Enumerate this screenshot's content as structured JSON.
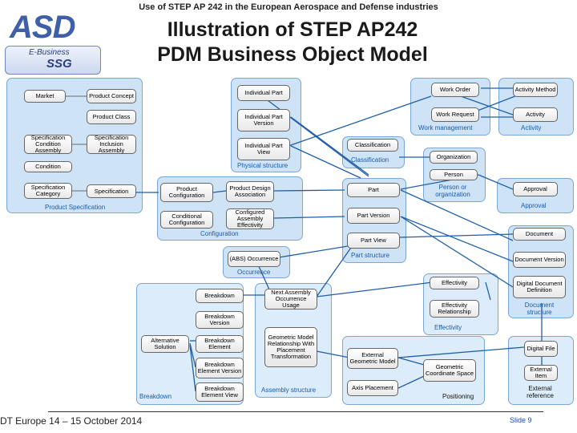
{
  "header": {
    "caption": "Use of STEP AP 242 in the European Aerospace and Defense industries",
    "title_line1": "Illustration of STEP AP242",
    "title_line2": "PDM Business Object Model"
  },
  "logo": {
    "asd": "ASD",
    "line1": "E-Business",
    "line2": "SSG"
  },
  "groups": {
    "product_specification": "Product Specification",
    "physical_structure": "Physical structure",
    "work_management": "Work management",
    "activity": "Activity",
    "classification": "Classification",
    "person_or_organization": "Person or organization",
    "approval": "Approval",
    "configuration": "Configuration",
    "part_structure": "Part structure",
    "occurrence": "Occurrence",
    "document_structure": "Document structure",
    "effectivity": "Effectivity",
    "breakdown": "Breakdown",
    "assembly_structure": "Assembly structure",
    "positioning": "Positioning",
    "external_reference": "External reference"
  },
  "boxes": {
    "market": "Market",
    "product_concept": "Product Concept",
    "product_class": "Product Class",
    "spec_condition_assembly": "Specification Condition Assembly",
    "spec_inclusion_assembly": "Specification Inclusion Assembly",
    "condition": "Condition",
    "specification_category": "Specification Category",
    "specification": "Specification",
    "individual_part": "Individual Part",
    "individual_part_version": "Individual Part Version",
    "individual_part_view": "Individual Part View",
    "work_order": "Work Order",
    "work_request": "Work Request",
    "activity_method": "Activity Method",
    "activity": "Activity",
    "classification": "Classification",
    "organization": "Organization",
    "person": "Person",
    "approval": "Approval",
    "product_configuration": "Product Configuration",
    "product_design_association": "Product Design Association",
    "conditional_configuration": "Conditional Configuration",
    "configured_assembly_effectivity": "Configured Assembly Effectivity",
    "part": "Part",
    "part_version": "Part Version",
    "part_view": "Part View",
    "document": "Document",
    "document_version": "Document Version",
    "digital_document_definition": "Digital Document Definition",
    "abs_occurrence": "(ABS) Occurrence",
    "effectivity": "Effectivity",
    "effectivity_relationship": "Effectivity Relationship",
    "breakdown": "Breakdown",
    "breakdown_version": "Breakdown Version",
    "alternative_solution": "Alternative Solution",
    "breakdown_element": "Breakdown Element",
    "breakdown_element_version": "Breakdown Element Version",
    "breakdown_element_view": "Breakdown Element View",
    "next_assembly_occurrence_usage": "Next Assembly Occurrence Usage",
    "geometric_model_relationship": "Geometric Model Relationship With Placement Transformation",
    "external_geometric_model": "External Geometric Model",
    "axis_placement": "Axis Placement",
    "geometric_coordinate_space": "Geometric Coordinate Space",
    "digital_file": "Digital File",
    "external_item": "External Item"
  },
  "footer": {
    "left": "DT Europe 14 – 15 October 2014",
    "right": "Slide 9"
  }
}
